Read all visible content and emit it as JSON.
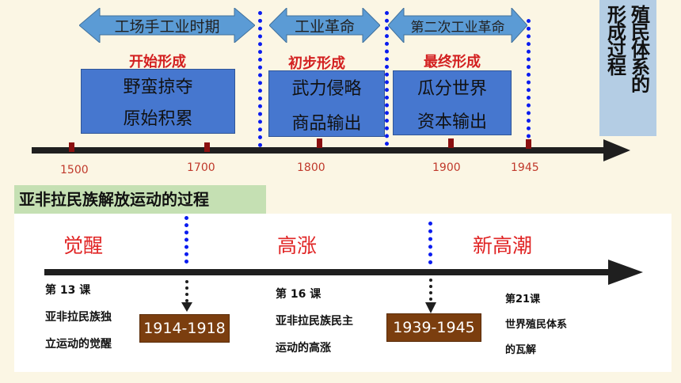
{
  "colonial_timeline": {
    "title": "殖民体系的形成过程",
    "title_columns": [
      "殖民体系的",
      "形成过程"
    ],
    "periods": [
      "工场手工业时期",
      "工业革命",
      "第二次工业革命"
    ],
    "stages": [
      {
        "label": "开始形成",
        "items": [
          "野蛮掠夺",
          "原始积累"
        ]
      },
      {
        "label": "初步形成",
        "items": [
          "武力侵略",
          "商品输出"
        ]
      },
      {
        "label": "最终形成",
        "items": [
          "瓜分世界",
          "资本输出"
        ]
      }
    ],
    "years": [
      "1500",
      "1700",
      "1800",
      "1900",
      "1945"
    ]
  },
  "liberation_timeline": {
    "title": "亚非拉民族解放运动的过程",
    "phases": [
      "觉醒",
      "高涨",
      "新高潮"
    ],
    "lessons": [
      {
        "no": "第 13 课",
        "lines": [
          "亚非拉民族独",
          "立运动的觉醒"
        ]
      },
      {
        "no": "第 16 课",
        "lines": [
          "亚非拉民族民主",
          "运动的高涨"
        ]
      },
      {
        "no": "第21课",
        "lines": [
          "世界殖民体系",
          "的瓦解"
        ]
      }
    ],
    "war_periods": [
      "1914-1918",
      "1939-1945"
    ]
  },
  "colors": {
    "arrow_fill": "#5b9bd5",
    "stage_box": "#4677cf",
    "stage_label": "#d32020",
    "dash": "#0a1cf0",
    "war_box": "#7b3e0f",
    "phase_text": "#e02424"
  }
}
